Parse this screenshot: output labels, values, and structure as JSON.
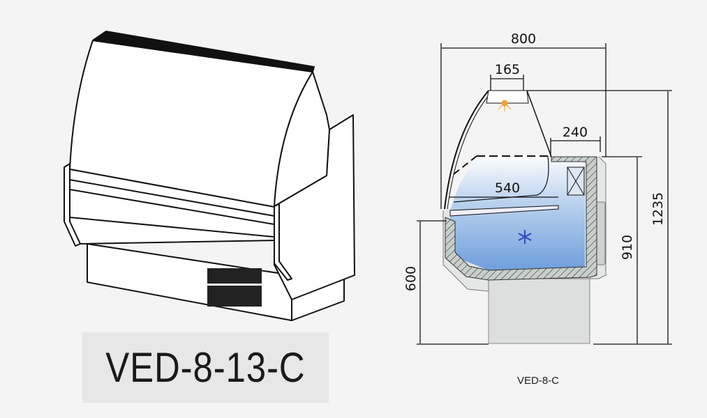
{
  "model": {
    "name": "VED-8-13-C"
  },
  "section": {
    "caption": "VED-8-C",
    "dimensions": {
      "overall_depth": "800",
      "canopy_width": "165",
      "rear_shelf_depth": "240",
      "display_depth": "540",
      "overall_height": "1235",
      "counter_height": "910",
      "display_floor_height": "600"
    },
    "icons": {
      "light": "sun-icon",
      "cooling": "snowflake-icon"
    },
    "colors": {
      "light": "#f0a030",
      "cold": "#3a4fc0",
      "hatch": "#c8cfcc"
    }
  }
}
